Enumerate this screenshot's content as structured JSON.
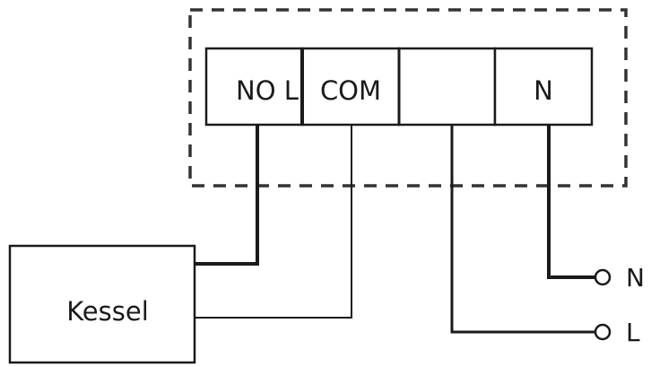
{
  "terminal_block": {
    "terminals": [
      {
        "label": "NO L"
      },
      {
        "label": "COM"
      },
      {
        "label": ""
      },
      {
        "label": "N"
      }
    ]
  },
  "boiler": {
    "label": "Kessel"
  },
  "supply": {
    "neutral_label": "N",
    "live_label": "L"
  },
  "colors": {
    "line": "#1a1a1a",
    "terminal_fill": "#ffffff",
    "dashed_border": "#333333"
  }
}
